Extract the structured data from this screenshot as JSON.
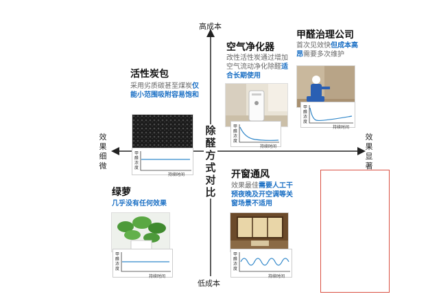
{
  "axes": {
    "top": "高成本",
    "bottom": "低成本",
    "left": "效果细微",
    "right": "效果显著",
    "center": "除醛方式对比"
  },
  "mini_chart": {
    "y_label": "甲醛浓度",
    "x_label": "持续时间"
  },
  "blocks": {
    "air_purifier": {
      "title": "空气净化器",
      "desc_plain": "改性活性炭通过增加空气流动净化除醛",
      "desc_highlight": "适合长期使用"
    },
    "formaldehyde_company": {
      "title": "甲醛治理公司",
      "desc_plain": "首次见效快",
      "desc_highlight": "但成本高昂",
      "desc_plain2": "需要多次维护"
    },
    "activated_carbon": {
      "title": "活性炭包",
      "desc_plain": "采用劣质碳甚至煤炭",
      "desc_highlight": "仅能小范围吸附容易饱和"
    },
    "ventilation": {
      "title": "开窗通风",
      "desc_plain": "效果最佳",
      "desc_highlight": "需要人工干预夜晚及开空调等关窗场景不适用"
    },
    "plants": {
      "title": "绿萝",
      "desc_highlight": "几乎没有任何效果"
    }
  },
  "colors": {
    "highlight": "#1a6fc4",
    "curve": "#2f86c9",
    "red_box": "#d94d3f"
  }
}
